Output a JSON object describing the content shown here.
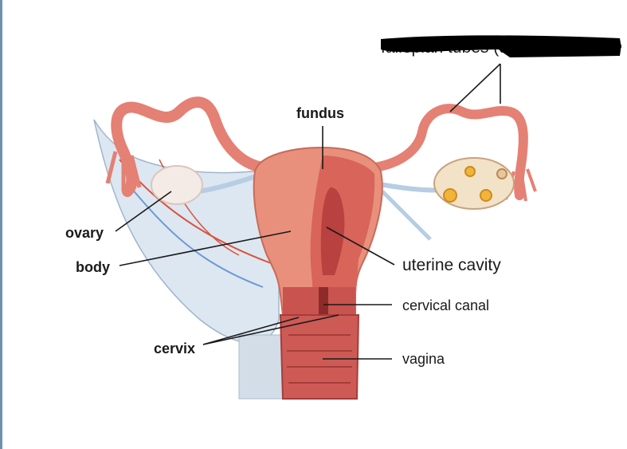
{
  "labels": {
    "fallopian": "fallopian tubes (uterine tubes)",
    "fundus": "fundus",
    "ovary": "ovary",
    "body": "body",
    "cervix": "cervix",
    "uterine_cavity": "uterine cavity",
    "cervical_canal": "cervical canal",
    "vagina": "vagina"
  },
  "colors": {
    "uterus": "#e8907c",
    "wall": "#d8645a",
    "cavity": "#b9413f",
    "tube": "#e58074",
    "ligament": "#d7e4f0",
    "vessel_red": "#d95340",
    "vessel_blue": "#6c9bd2",
    "ovary": "#f2e6df",
    "redaction": "#000000"
  }
}
